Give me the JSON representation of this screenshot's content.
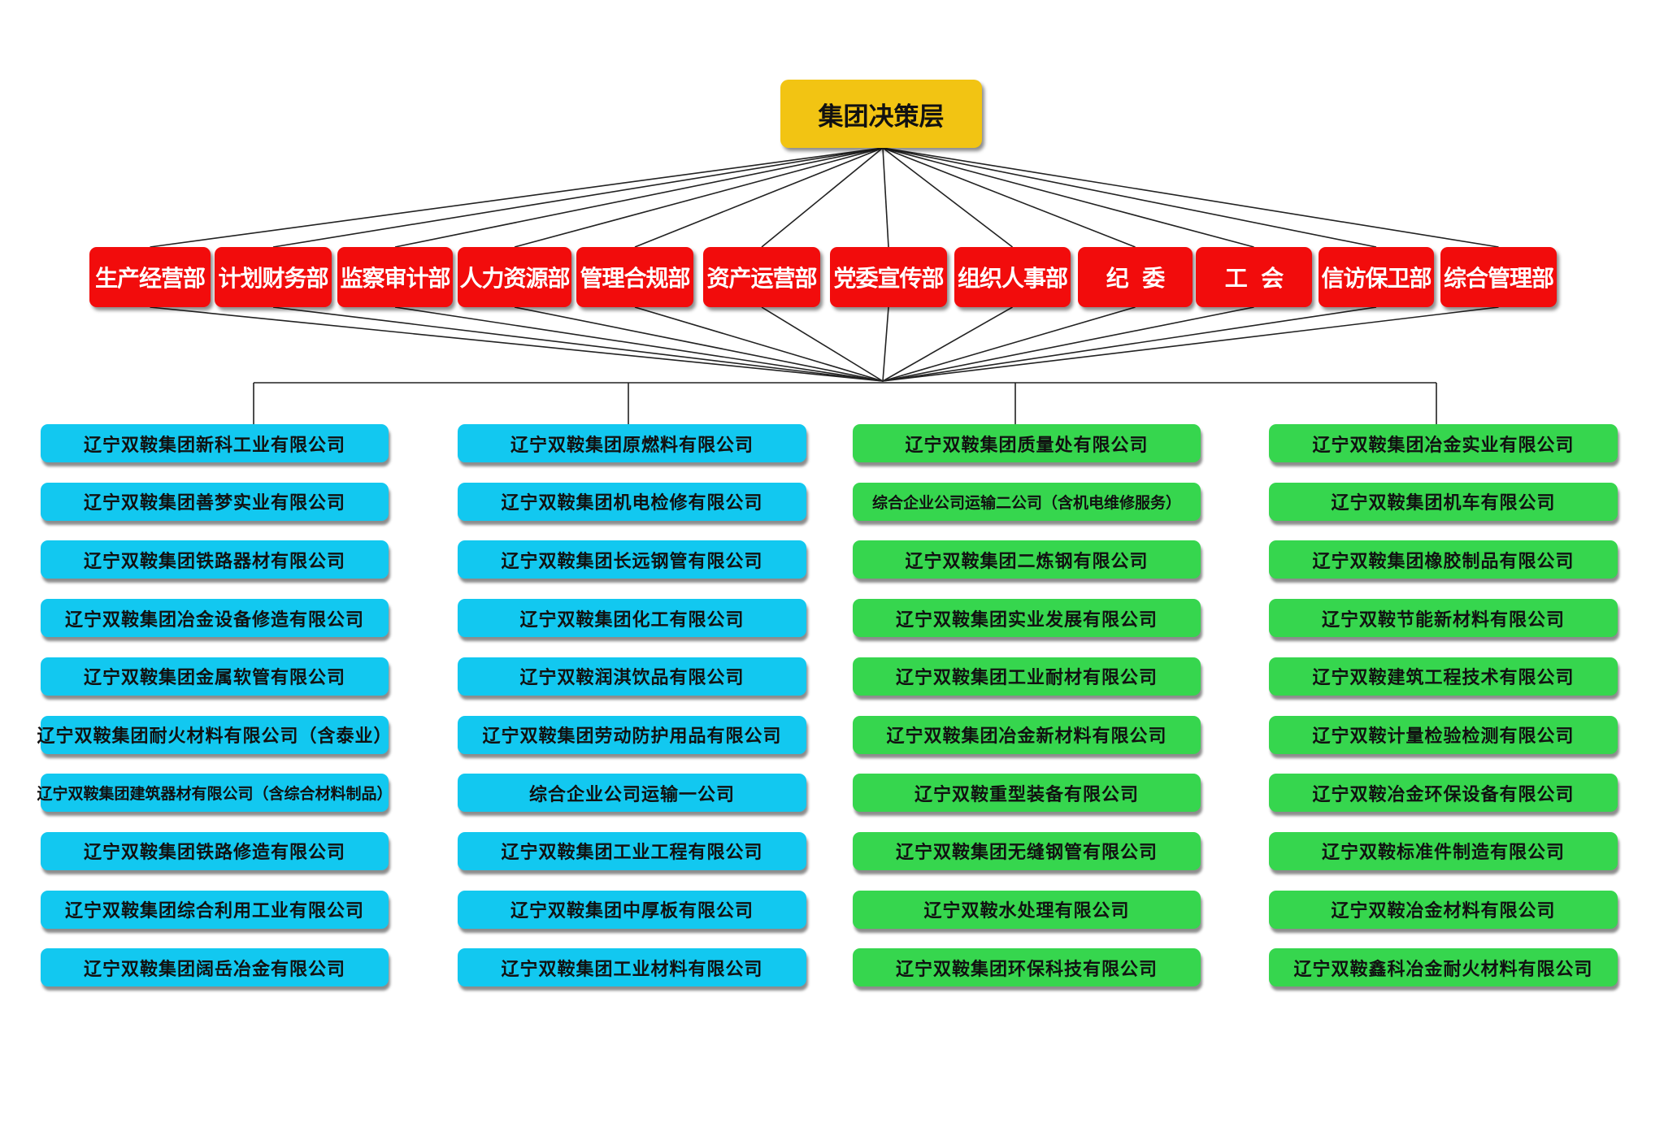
{
  "top": {
    "label": "集团决策层",
    "color": "#f2c413"
  },
  "departments": [
    "生产经营部",
    "计划财务部",
    "监察审计部",
    "人力资源部",
    "管理合规部",
    "资产运营部",
    "党委宣传部",
    "组织人事部",
    "纪  委",
    "工  会",
    "信访保卫部",
    "综合管理部"
  ],
  "colors": {
    "department": "#f20c0c",
    "blue": "#12c8f0",
    "green": "#36d64e"
  },
  "columns": [
    {
      "color": "blue",
      "companies": [
        "辽宁双鞍集团新科工业有限公司",
        "辽宁双鞍集团善梦实业有限公司",
        "辽宁双鞍集团铁路器材有限公司",
        "辽宁双鞍集团冶金设备修造有限公司",
        "辽宁双鞍集团金属软管有限公司",
        "辽宁双鞍集团耐火材料有限公司（含泰业）",
        "辽宁双鞍集团建筑器材有限公司（含综合材料制品）",
        "辽宁双鞍集团铁路修造有限公司",
        "辽宁双鞍集团综合利用工业有限公司",
        "辽宁双鞍集团阔岳冶金有限公司"
      ]
    },
    {
      "color": "blue",
      "companies": [
        "辽宁双鞍集团原燃料有限公司",
        "辽宁双鞍集团机电检修有限公司",
        "辽宁双鞍集团长远钢管有限公司",
        "辽宁双鞍集团化工有限公司",
        "辽宁双鞍润淇饮品有限公司",
        "辽宁双鞍集团劳动防护用品有限公司",
        "综合企业公司运输一公司",
        "辽宁双鞍集团工业工程有限公司",
        "辽宁双鞍集团中厚板有限公司",
        "辽宁双鞍集团工业材料有限公司"
      ]
    },
    {
      "color": "green",
      "companies": [
        "辽宁双鞍集团质量处有限公司",
        "综合企业公司运输二公司（含机电维修服务）",
        "辽宁双鞍集团二炼钢有限公司",
        "辽宁双鞍集团实业发展有限公司",
        "辽宁双鞍集团工业耐材有限公司",
        "辽宁双鞍集团冶金新材料有限公司",
        "辽宁双鞍重型装备有限公司",
        "辽宁双鞍集团无缝钢管有限公司",
        "辽宁双鞍水处理有限公司",
        "辽宁双鞍集团环保科技有限公司"
      ]
    },
    {
      "color": "green",
      "companies": [
        "辽宁双鞍集团冶金实业有限公司",
        "辽宁双鞍集团机车有限公司",
        "辽宁双鞍集团橡胶制品有限公司",
        "辽宁双鞍节能新材料有限公司",
        "辽宁双鞍建筑工程技术有限公司",
        "辽宁双鞍计量检验检测有限公司",
        "辽宁双鞍冶金环保设备有限公司",
        "辽宁双鞍标准件制造有限公司",
        "辽宁双鞍冶金材料有限公司",
        "辽宁双鞍鑫科冶金耐火材料有限公司"
      ]
    }
  ]
}
